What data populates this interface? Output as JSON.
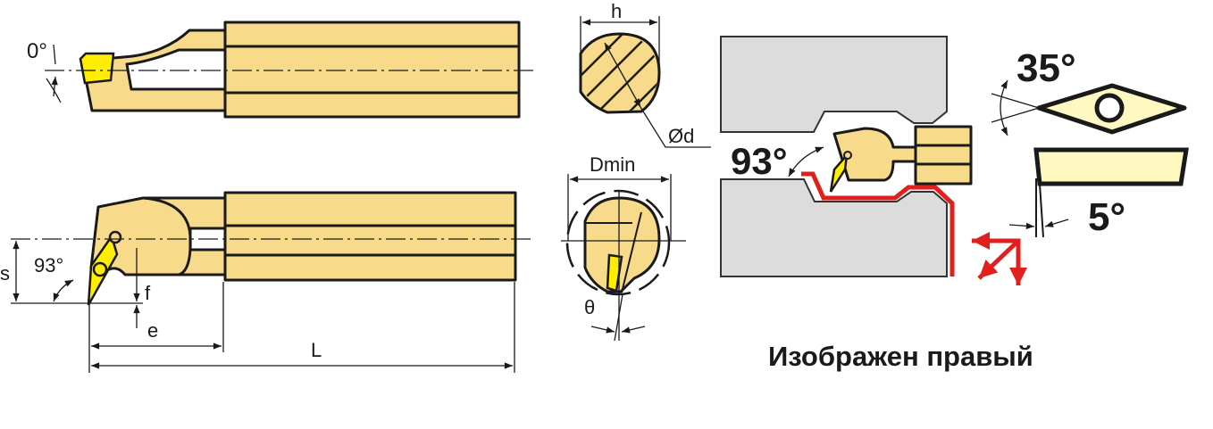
{
  "labels": {
    "top_angle": "0°",
    "approach_angle": "93°",
    "dim_s": "s",
    "dim_f": "f",
    "dim_e": "e",
    "dim_L": "L",
    "dim_h": "h",
    "dim_d": "Ød",
    "dim_dmin": "Dmin",
    "dim_theta": "θ",
    "machining_angle": "93°",
    "insert_angle": "35°",
    "clearance_angle": "5°",
    "caption": "Изображен правый"
  },
  "colors": {
    "tool_body": "#f8db8a",
    "insert": "#ffee00",
    "workpiece": "#dcdcdc",
    "toolpath": "#e0201c"
  }
}
